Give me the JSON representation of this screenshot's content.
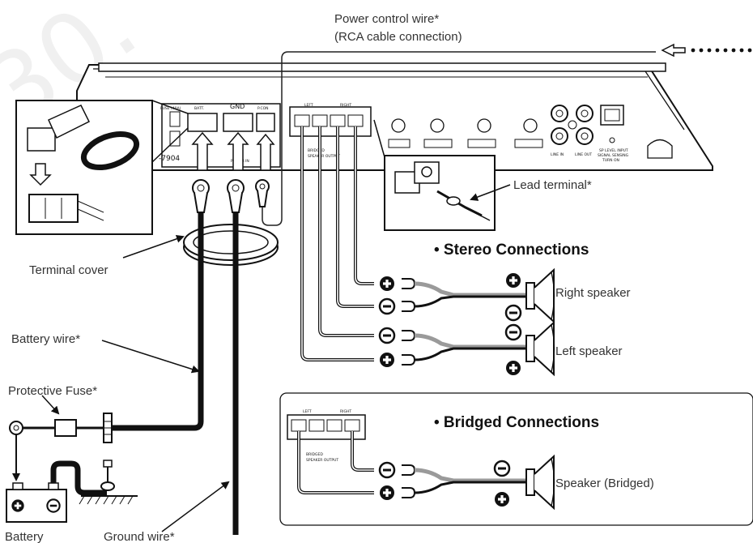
{
  "watermark": "30.",
  "labels": {
    "power_control_wire": "Power control wire*",
    "rca_connection": "(RCA cable connection)",
    "lead_terminal": "Lead terminal*",
    "terminal_cover": "Terminal cover",
    "battery_wire": "Battery wire*",
    "protective_fuse": "Protective Fuse*",
    "battery": "Battery",
    "ground_wire": "Ground wire*"
  },
  "stereo": {
    "header": "• Stereo Connections",
    "right_speaker": "Right speaker",
    "left_speaker": "Left speaker"
  },
  "bridged": {
    "header": "• Bridged Connections",
    "speaker": "Speaker (Bridged)"
  },
  "amp": {
    "fuse": "FUSE (40A)",
    "batt": "BATT.",
    "gnd": "GND",
    "pcon": "P.CON",
    "power_in": "POWER IN",
    "left": "LEFT",
    "right": "RIGHT",
    "bridged": "BRIDGED",
    "speaker_output": "SPEAKER OUTPUT",
    "model": "-7904",
    "line_in": "LINE IN",
    "line_out": "LINE OUT",
    "sp_level_input": "SP LEVEL INPUT",
    "signal_sensing": "SIGNAL SENSING",
    "turn_on": "TURN ON"
  },
  "colors": {
    "line": "#111111",
    "wire_gray": "#9a9a9a"
  }
}
